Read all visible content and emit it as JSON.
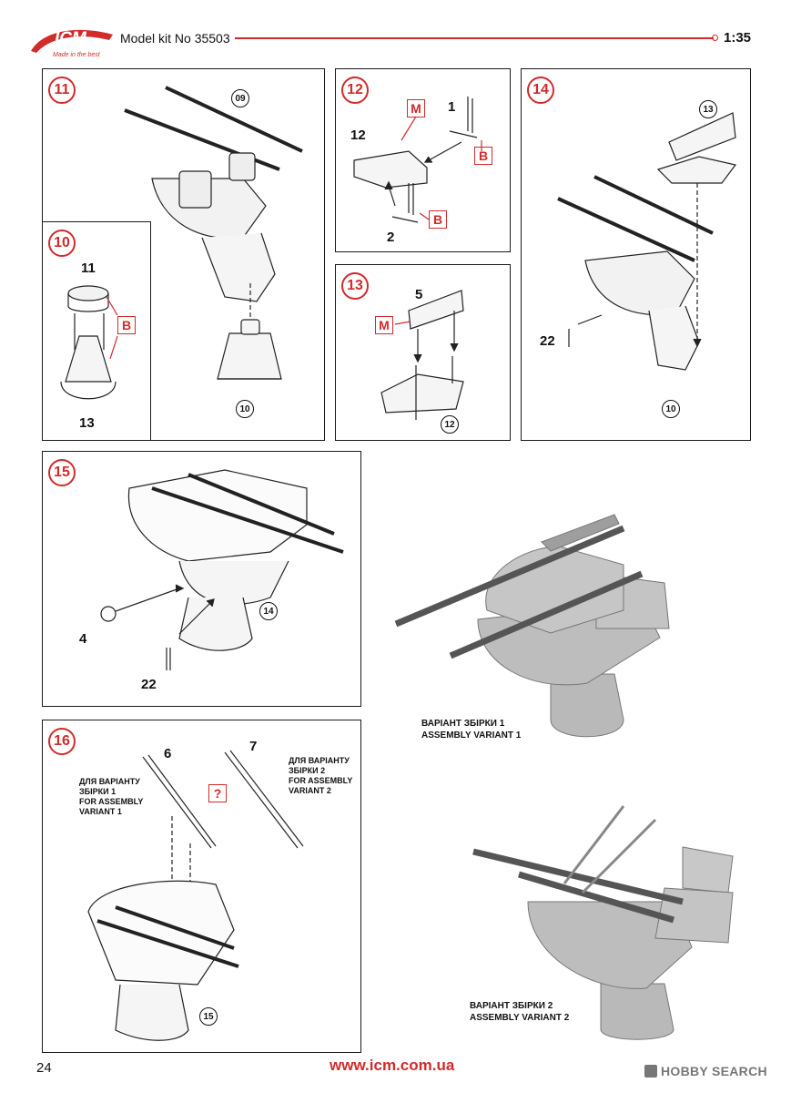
{
  "header": {
    "logo_text": "ICM",
    "logo_tagline": "Made in the best",
    "model_kit": "Model kit No 35503",
    "scale": "1:35"
  },
  "steps": {
    "s9": {
      "number": "11",
      "ref": "09"
    },
    "s10": {
      "number": "10",
      "part_top": "11",
      "part_bottom": "13",
      "marker": "B"
    },
    "s11": {
      "ref_bottom": "10"
    },
    "s12": {
      "number": "12",
      "part_seat": "12",
      "part_1": "1",
      "part_2": "2",
      "marker_m": "M",
      "marker_b1": "B",
      "marker_b2": "B"
    },
    "s13": {
      "number": "13",
      "part": "5",
      "marker_m": "M",
      "ref": "12"
    },
    "s14": {
      "number": "14",
      "ref_top": "13",
      "part": "22",
      "ref_bottom": "10"
    },
    "s15": {
      "number": "15",
      "ref": "14",
      "part_a": "4",
      "part_b": "22"
    },
    "s16": {
      "number": "16",
      "part_a": "6",
      "part_b": "7",
      "marker_q": "?",
      "ref": "15",
      "note_a": "ДЛЯ ВАРІАНТУ\nЗБІРКИ 1\nFOR ASSEMBLY\nVARIANT 1",
      "note_b": "ДЛЯ ВАРІАНТУ\nЗБІРКИ 2\nFOR ASSEMBLY\nVARIANT 2"
    }
  },
  "variants": {
    "v1_ua": "ВАРІАНТ ЗБІРКИ 1",
    "v1_en": "ASSEMBLY VARIANT 1",
    "v2_ua": "ВАРІАНТ ЗБІРКИ 2",
    "v2_en": "ASSEMBLY VARIANT 2"
  },
  "footer": {
    "page_number": "24",
    "url": "www.icm.com.ua",
    "watermark": "HOBBY SEARCH"
  },
  "colors": {
    "accent": "#d32a2a",
    "line": "#1a1a1a",
    "model_grey": "#b9b9b9"
  }
}
